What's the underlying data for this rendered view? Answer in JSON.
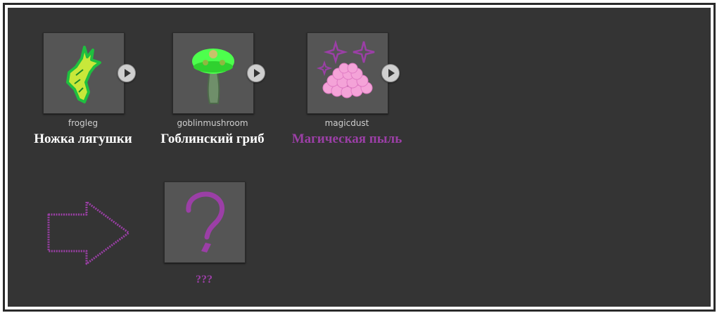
{
  "ingredients": [
    {
      "id": "frogleg",
      "name": "Ножка лягушки",
      "icon": "frog-leg-icon"
    },
    {
      "id": "goblinmushroom",
      "name": "Гоблинский гриб",
      "icon": "mushroom-icon"
    },
    {
      "id": "magicdust",
      "name": "Магическая пыль",
      "icon": "magic-dust-icon"
    }
  ],
  "result": {
    "label": "???",
    "icon": "question-mark-icon"
  },
  "colors": {
    "background": "#343434",
    "tile": "#555555",
    "name_text": "#ffffff",
    "magic_accent": "#9b3fa6"
  }
}
